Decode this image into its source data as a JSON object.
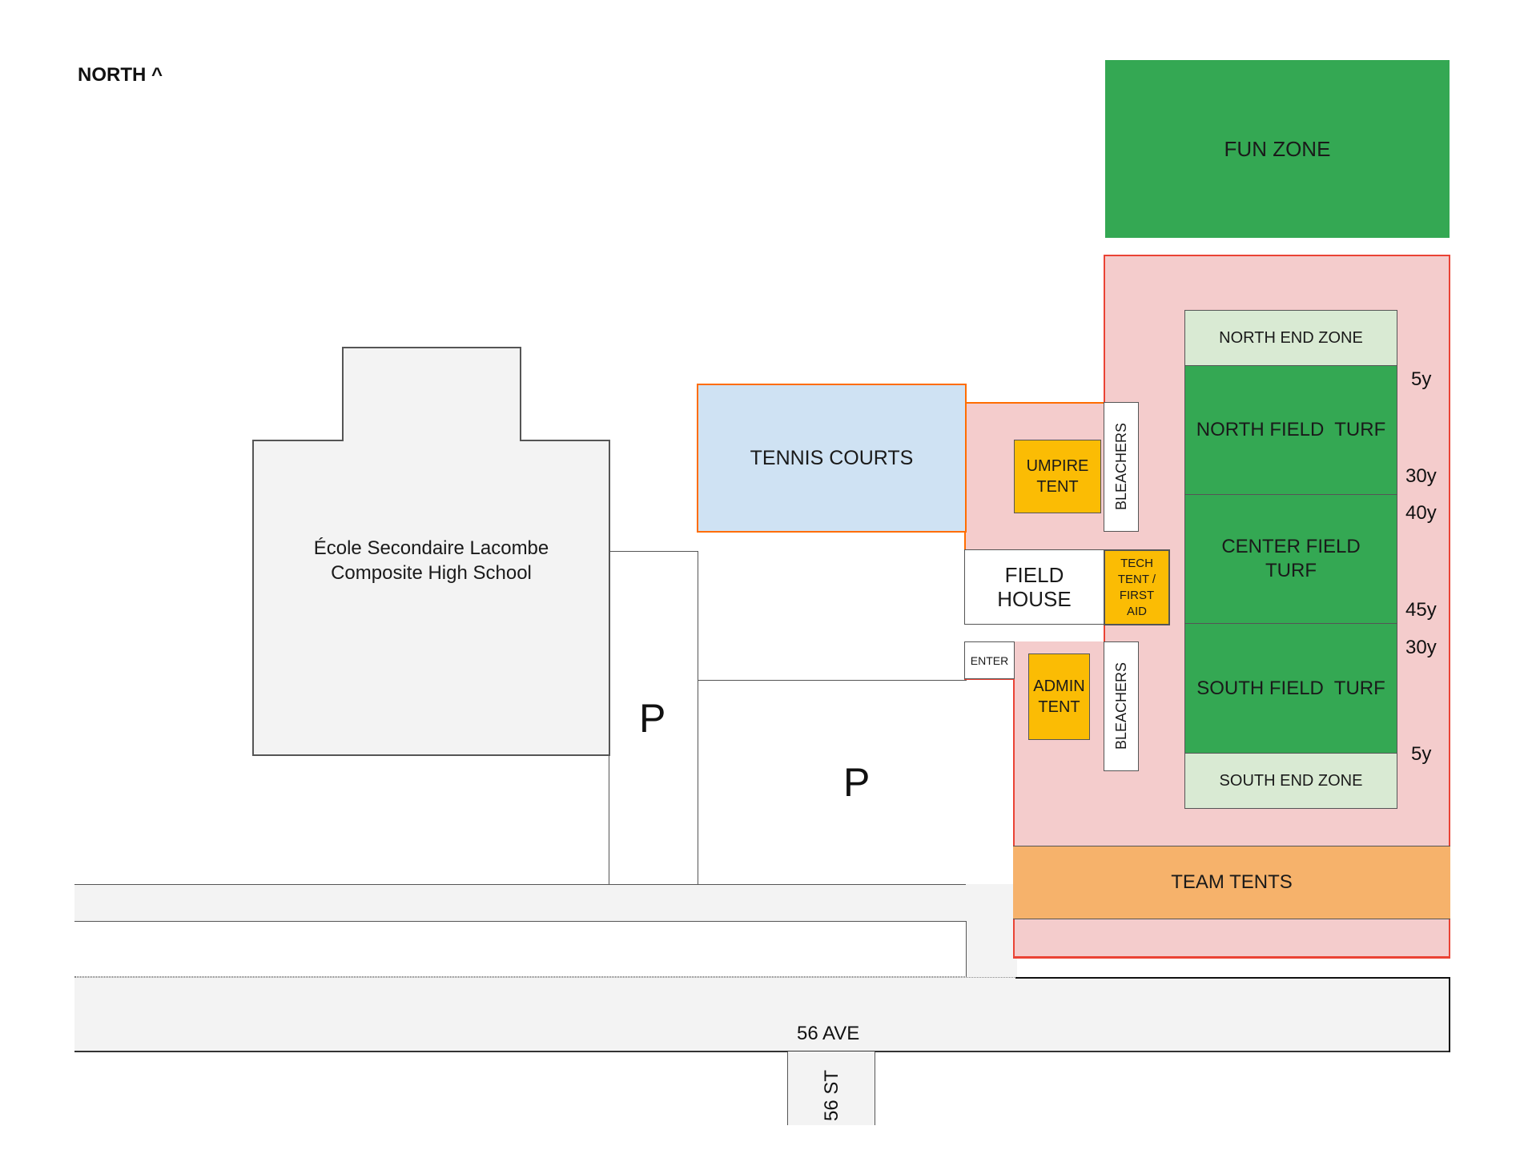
{
  "north_label": "NORTH ^",
  "fun_zone": "FUN ZONE",
  "school": {
    "line1": "École Secondaire Lacombe",
    "line2": "Composite High School"
  },
  "tennis_courts": "TENNIS COURTS",
  "umpire_tent": {
    "line1": "UMPIRE",
    "line2": "TENT"
  },
  "bleachers_north": "BLEACHERS",
  "bleachers_south": "BLEACHERS",
  "field_house": {
    "line1": "FIELD",
    "line2": "HOUSE"
  },
  "tech_tent": {
    "line1": "TECH",
    "line2": "TENT /",
    "line3": "FIRST",
    "line4": "AID"
  },
  "enter": "ENTER",
  "admin_tent": {
    "line1": "ADMIN",
    "line2": "TENT"
  },
  "parking_west": "P",
  "parking_east": "P",
  "north_end_zone": "NORTH END ZONE",
  "north_field": "NORTH FIELD  TURF",
  "center_field": {
    "line1": "CENTER FIELD",
    "line2": "TURF"
  },
  "south_field": "SOUTH FIELD  TURF",
  "south_end_zone": "SOUTH END ZONE",
  "yard_markers": {
    "y5_top": "5y",
    "y30_top": "30y",
    "y40": "40y",
    "y45": "45y",
    "y30_bottom": "30y",
    "y5_bottom": "5y"
  },
  "team_tents": "TEAM TENTS",
  "street_ave": "56 AVE",
  "street_st": "56 ST",
  "colors": {
    "fun_zone": "#34a853",
    "turf": "#34a853",
    "end_zone": "#d9ead3",
    "venue_area": "#f4cccc",
    "venue_border": "#ea4335",
    "tennis": "#cfe2f3",
    "tennis_border": "#ff6d01",
    "tents": "#fbbc04",
    "team_tents": "#f6b26b"
  }
}
